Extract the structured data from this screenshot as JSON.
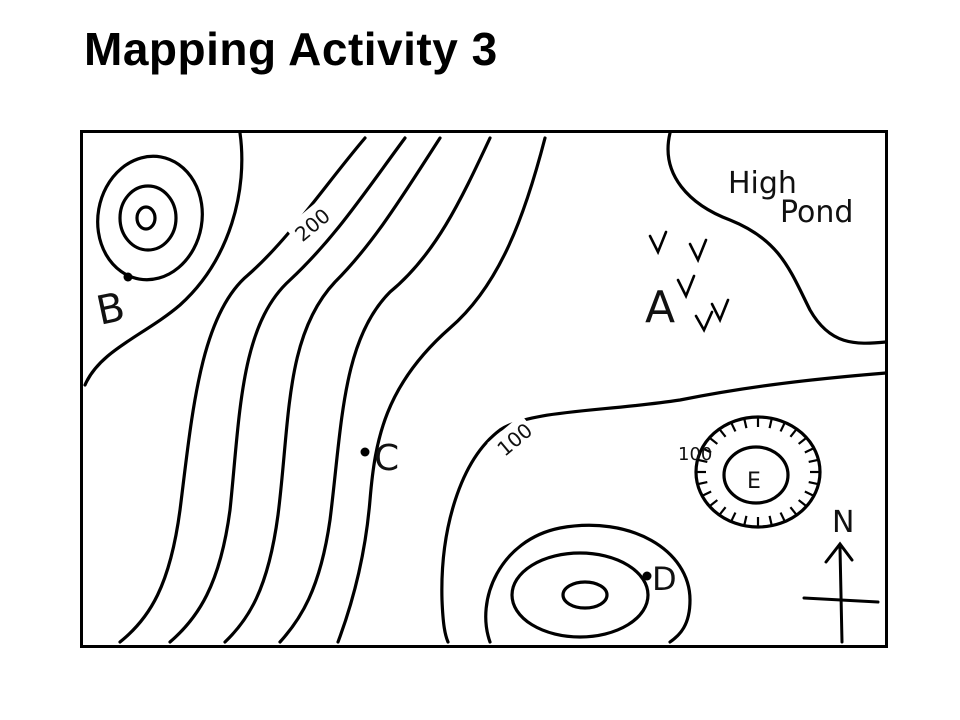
{
  "title": "Mapping Activity 3",
  "map": {
    "labels": {
      "pond_line1": "High",
      "pond_line2": "Pond",
      "point_a": "A",
      "point_b": "B",
      "point_c": "C",
      "point_d": "D",
      "point_e": "E",
      "contour_200": "200",
      "contour_100_main": "100",
      "contour_100_hill": "100",
      "north": "N"
    },
    "symbols": {
      "marsh": "marsh-symbol",
      "compass": "north-arrow-icon",
      "depression": "hachured-depression-contour"
    },
    "colors": {
      "ink": "#000000",
      "background": "#ffffff"
    }
  }
}
